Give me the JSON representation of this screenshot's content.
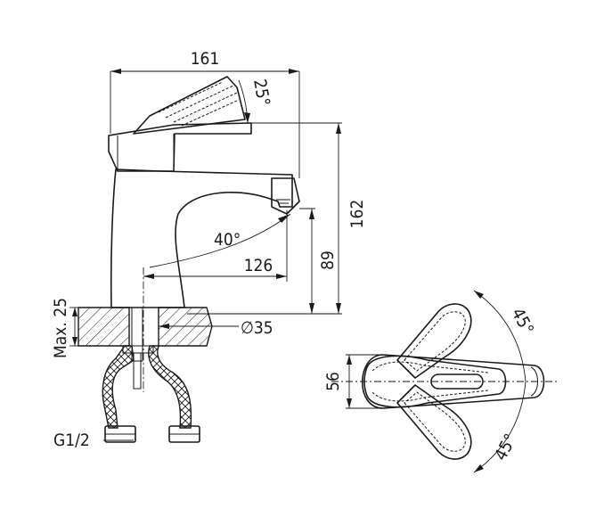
{
  "dimensions": {
    "total_length": "161",
    "lever_angle": "25°",
    "total_height": "162",
    "spout_angle": "40°",
    "spout_reach": "126",
    "spout_height": "89",
    "max_thickness": "Max. 25",
    "hole_diameter": "∅35",
    "thread": "G1/2",
    "base_width": "56",
    "rotation_angle_top": "45°",
    "rotation_angle_bottom": "45°"
  }
}
